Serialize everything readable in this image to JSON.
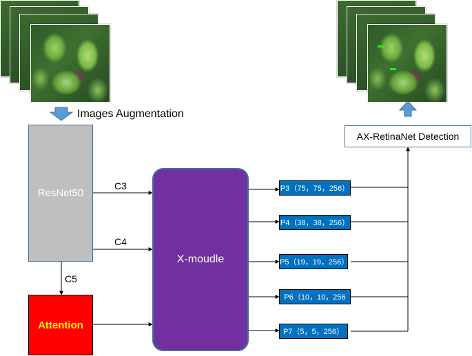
{
  "labels": {
    "augmentation": "Images Augmentation",
    "c3": "C3",
    "c4": "C4",
    "c5": "C5"
  },
  "nodes": {
    "resnet": "ResNet50",
    "attention": "Attention",
    "xmodule": "X-moudle",
    "detection": "AX-RetinaNet Detection"
  },
  "pyramid": [
    "P3（75，75，256）",
    "P4（38，38，256）",
    "P5（19，19，256）",
    "P6（10，10，256",
    "P7（5，5，256）"
  ],
  "colors": {
    "resnet": "#bfbfbf",
    "attention": "#ff0000",
    "attention_text": "#ffff00",
    "xmodule": "#7030a0",
    "pyramid": "#0070c0",
    "augment_arrow": "#5b9bd5",
    "bbox": "#22ee22"
  }
}
